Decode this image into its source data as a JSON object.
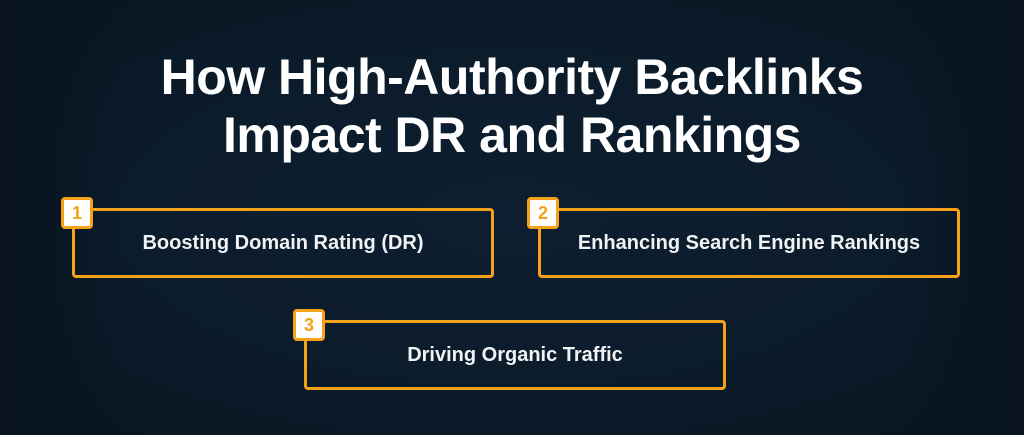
{
  "title_line1": "How High-Authority Backlinks",
  "title_line2": "Impact DR and Rankings",
  "items": [
    {
      "number": "1",
      "label": "Boosting Domain Rating (DR)"
    },
    {
      "number": "2",
      "label": "Enhancing Search Engine Rankings"
    },
    {
      "number": "3",
      "label": "Driving Organic Traffic"
    }
  ],
  "colors": {
    "accent": "#f5a21a",
    "background": "#0b1b2a",
    "text": "#ffffff"
  }
}
